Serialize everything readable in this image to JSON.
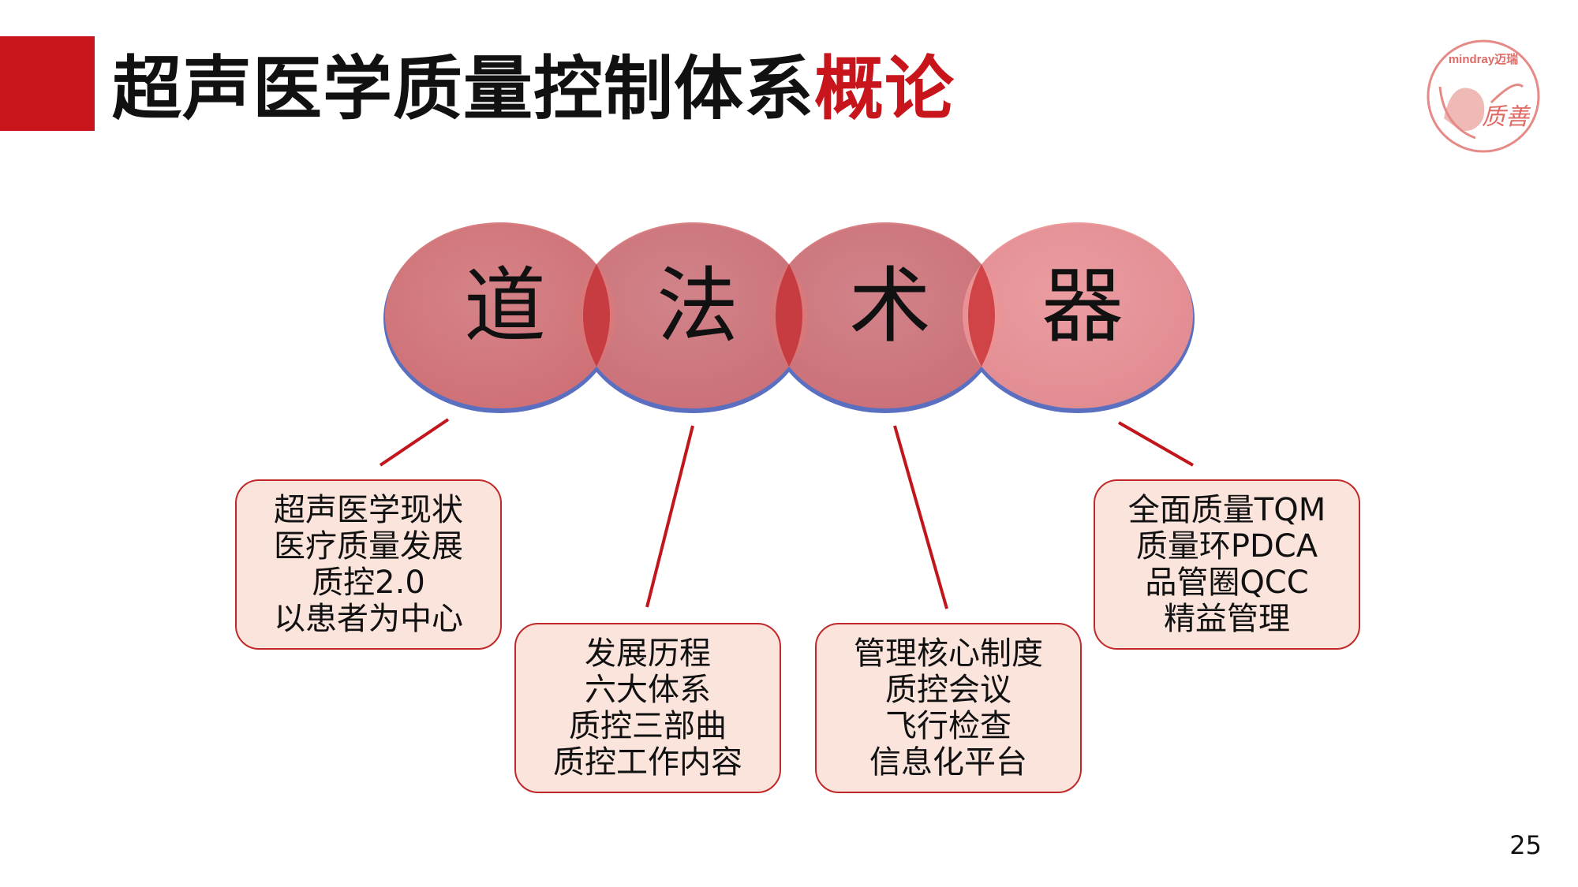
{
  "header": {
    "title_main": "超声医学质量控制体系",
    "title_accent": "概论",
    "accent_color": "#c8141b"
  },
  "logo": {
    "brand": "mindray迈瑞",
    "script_text": "质善"
  },
  "circles": [
    {
      "label": "道"
    },
    {
      "label": "法"
    },
    {
      "label": "术"
    },
    {
      "label": "器"
    }
  ],
  "boxes": [
    {
      "lines": [
        "超声医学现状",
        "医疗质量发展",
        "质控2.0",
        "以患者为中心"
      ]
    },
    {
      "lines": [
        "发展历程",
        "六大体系",
        "质控三部曲",
        "质控工作内容"
      ]
    },
    {
      "lines": [
        "管理核心制度",
        "质控会议",
        "飞行检查",
        "信息化平台"
      ]
    },
    {
      "lines": [
        "全面质量TQM",
        "质量环PDCA",
        "品管圈QCC",
        "精益管理"
      ]
    }
  ],
  "page_number": "25"
}
